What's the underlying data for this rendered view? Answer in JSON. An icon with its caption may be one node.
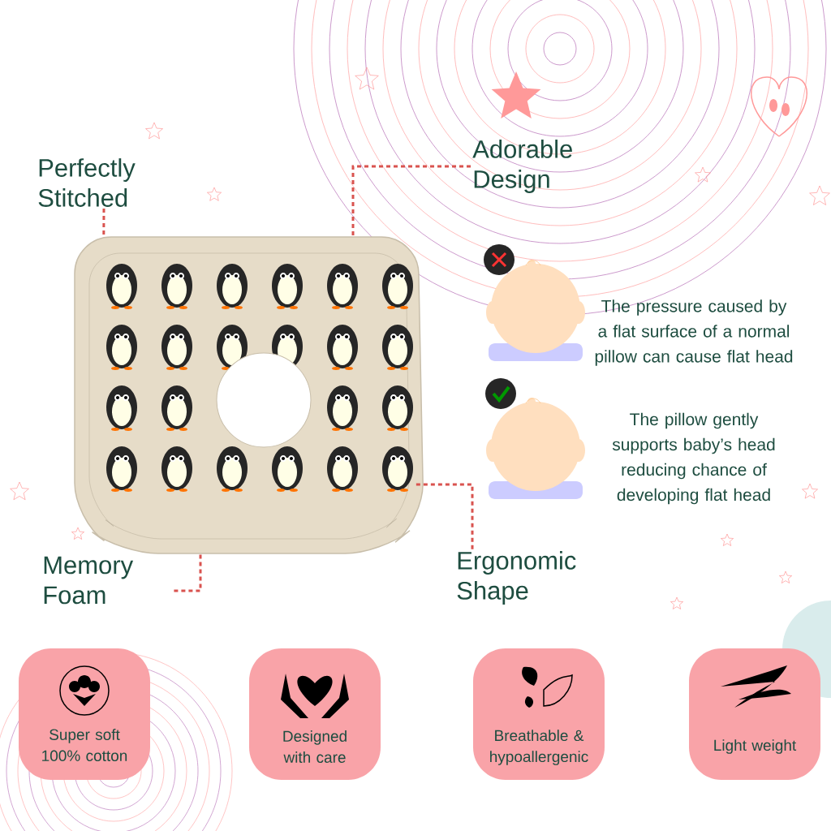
{
  "diagram": {
    "nodes": [
      {
        "text": [],
        "shape": "picture"
      },
      {
        "text": [
          "Perfectly Stitched"
        ]
      },
      {
        "text": [
          "Adorable Design"
        ]
      },
      {
        "text": [
          "Memory Foam"
        ]
      },
      {
        "text": [
          "Ergonomic Shape"
        ]
      },
      {
        "text": [],
        "shape": "picture",
        "beside": [
          "The pressure caused by a flat surface of a normal pillow can cause flat head"
        ]
      },
      {
        "text": [],
        "shape": "picture",
        "beside": [
          "The pillow gently supports baby’s head reducing chance of developing flat head"
        ]
      },
      {
        "text": [
          "Super soft 100% cotton"
        ]
      },
      {
        "text": [
          "Designed with care"
        ]
      },
      {
        "text": [
          "Breathable & hypoallergenic"
        ]
      },
      {
        "text": [
          "Light weight"
        ]
      }
    ],
    "edges": [
      {
        "from": 1,
        "to": 0,
        "arrow": "none",
        "style": "dashed"
      },
      {
        "from": 2,
        "to": 0,
        "arrow": "none",
        "style": "dashed"
      },
      {
        "from": 3,
        "to": 0,
        "arrow": "none",
        "style": "dashed"
      },
      {
        "from": 4,
        "to": 0,
        "arrow": "none",
        "style": "dashed"
      }
    ]
  }
}
